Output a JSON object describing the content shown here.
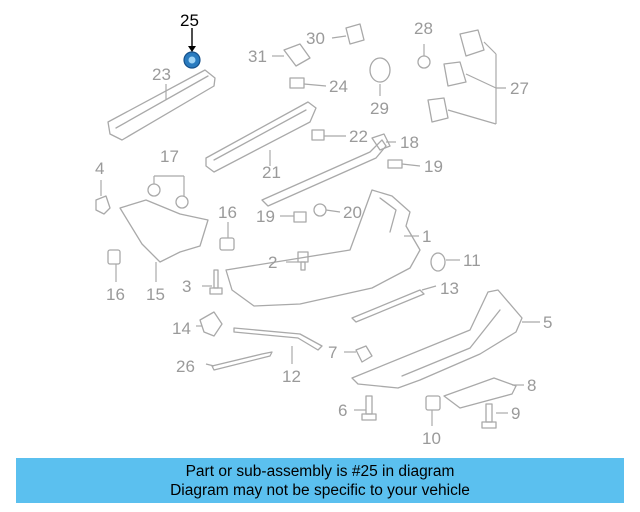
{
  "diagram": {
    "highlighted": "25",
    "callouts": {
      "n1": "1",
      "n2": "2",
      "n3": "3",
      "n4": "4",
      "n5": "5",
      "n6": "6",
      "n7": "7",
      "n8": "8",
      "n9": "9",
      "n10": "10",
      "n11": "11",
      "n12": "12",
      "n13": "13",
      "n14": "14",
      "n15": "15",
      "n16a": "16",
      "n16b": "16",
      "n17": "17",
      "n18": "18",
      "n19a": "19",
      "n19b": "19",
      "n20": "20",
      "n21": "21",
      "n22": "22",
      "n23": "23",
      "n24": "24",
      "n25": "25",
      "n26": "26",
      "n27": "27",
      "n28": "28",
      "n29": "29",
      "n30": "30",
      "n31": "31"
    },
    "colors": {
      "parts": "#a9a9a9",
      "highlight_part": "#2a7bbf",
      "banner": "#5bc0ef"
    }
  },
  "banner": {
    "line1": "Part or sub-assembly is #25 in diagram",
    "line2": "Diagram may not be specific to your vehicle"
  }
}
